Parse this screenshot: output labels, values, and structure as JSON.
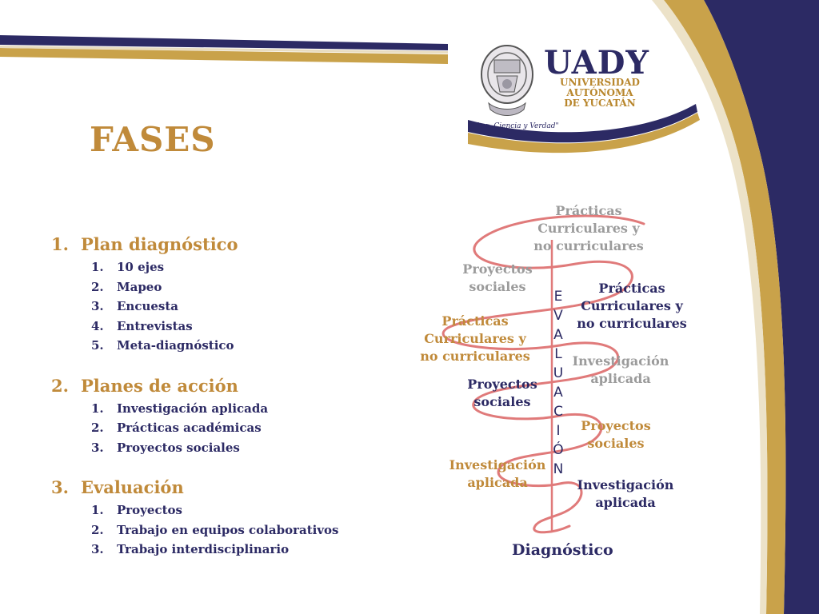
{
  "logo": {
    "name": "UADY",
    "subtitle_lines": [
      "UNIVERSIDAD",
      "AUTÓNOMA",
      "DE YUCATÁN"
    ],
    "motto": "\"Luz, Ciencia y Verdad\""
  },
  "title": "FASES",
  "phases": [
    {
      "num": "1.",
      "label": "Plan diagnóstico",
      "items": [
        {
          "num": "1.",
          "label": "10 ejes"
        },
        {
          "num": "2.",
          "label": "Mapeo"
        },
        {
          "num": "3.",
          "label": "Encuesta"
        },
        {
          "num": "4.",
          "label": "Entrevistas"
        },
        {
          "num": "5.",
          "label": "Meta-diagnóstico"
        }
      ]
    },
    {
      "num": "2.",
      "label": "Planes de acción",
      "items": [
        {
          "num": "1.",
          "label": "Investigación aplicada"
        },
        {
          "num": "2.",
          "label": "Prácticas académicas"
        },
        {
          "num": "3.",
          "label": "Proyectos sociales"
        }
      ]
    },
    {
      "num": "3.",
      "label": "Evaluación",
      "items": [
        {
          "num": "1.",
          "label": "Proyectos"
        },
        {
          "num": "2.",
          "label": "Trabajo en equipos colaborativos"
        },
        {
          "num": "3.",
          "label": "Trabajo  interdisciplinario"
        }
      ]
    }
  ],
  "diagram": {
    "labels": [
      {
        "text": "Prácticas\nCurriculares y\nno curriculares",
        "tone": "gray"
      },
      {
        "text": "Proyectos\nsociales",
        "tone": "gray"
      },
      {
        "text": "Prácticas\nCurriculares y\nno curriculares",
        "tone": "navy"
      },
      {
        "text": "Prácticas\nCurriculares y\nno curriculares",
        "tone": "gold"
      },
      {
        "text": "Investigación\naplicada",
        "tone": "gray"
      },
      {
        "text": "Proyectos\nsociales",
        "tone": "navy"
      },
      {
        "text": "Proyectos\nsociales",
        "tone": "gold"
      },
      {
        "text": "Investigación\naplicada",
        "tone": "gold"
      },
      {
        "text": "Investigación\naplicada",
        "tone": "navy"
      }
    ],
    "vertical_word": [
      "E",
      "V",
      "A",
      "L",
      "U",
      "A",
      "C",
      "I",
      "Ó",
      "N"
    ],
    "base_label": "Diagnóstico"
  },
  "colors": {
    "navy": "#2c2a64",
    "gold": "#c08a3a",
    "gray": "#9b9b9b",
    "spiral": "#e07a7a"
  }
}
